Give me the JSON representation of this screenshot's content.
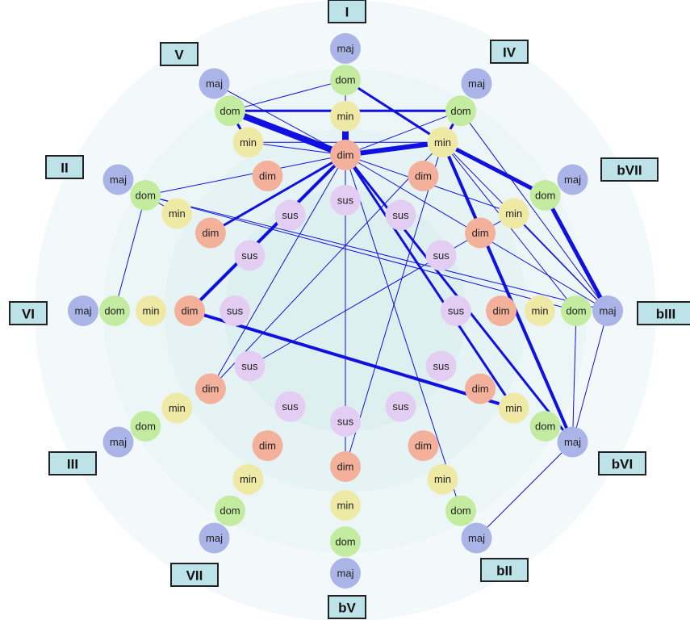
{
  "colors": {
    "maj": "#aab4e6",
    "dom": "#c3eca0",
    "min": "#efe9a6",
    "dim": "#f3b09a",
    "sus": "#e3cdf3",
    "edge": "#1010e0",
    "ring_outer": "#f3f9fa",
    "ring_inner": "#deeff0"
  },
  "chord_types": [
    "maj",
    "dom",
    "min",
    "dim",
    "sus"
  ],
  "keys": [
    "I",
    "IV",
    "bVII",
    "bIII",
    "bVI",
    "bII",
    "bV",
    "VII",
    "III",
    "VI",
    "II",
    "V"
  ],
  "edges": [
    {
      "from": "I.dim",
      "to": "I.dom",
      "weight": 1
    },
    {
      "from": "I.dim",
      "to": "V.maj",
      "weight": 1
    },
    {
      "from": "I.dim",
      "to": "V.dom",
      "weight": 8
    },
    {
      "from": "I.dim",
      "to": "V.min",
      "weight": 1
    },
    {
      "from": "I.dim",
      "to": "IV.dom",
      "weight": 1
    },
    {
      "from": "I.dim",
      "to": "IV.min",
      "weight": 6
    },
    {
      "from": "I.dim",
      "to": "II.dom",
      "weight": 1
    },
    {
      "from": "I.dim",
      "to": "I.min",
      "weight": 8
    },
    {
      "from": "I.dim",
      "to": "II.dim",
      "weight": 3
    },
    {
      "from": "I.dim",
      "to": "bVII.min",
      "weight": 1
    },
    {
      "from": "I.dim",
      "to": "bIII.maj",
      "weight": 1
    },
    {
      "from": "I.dim",
      "to": "bVI.maj",
      "weight": 3
    },
    {
      "from": "I.dim",
      "to": "bVI.min",
      "weight": 3
    },
    {
      "from": "I.dim",
      "to": "bII.dom",
      "weight": 1
    },
    {
      "from": "I.dim",
      "to": "bV.dim",
      "weight": 1
    },
    {
      "from": "I.dim",
      "to": "VI.dim",
      "weight": 4
    },
    {
      "from": "I.dim",
      "to": "III.dim",
      "weight": 1
    },
    {
      "from": "I.dom",
      "to": "IV.min",
      "weight": 3
    },
    {
      "from": "I.dom",
      "to": "V.dom",
      "weight": 1
    },
    {
      "from": "V.dom",
      "to": "V.min",
      "weight": 3
    },
    {
      "from": "V.dom",
      "to": "IV.dom",
      "weight": 3
    },
    {
      "from": "IV.dom",
      "to": "IV.min",
      "weight": 3
    },
    {
      "from": "IV.min",
      "to": "bVII.dom",
      "weight": 5
    },
    {
      "from": "bVII.dom",
      "to": "bIII.maj",
      "weight": 5
    },
    {
      "from": "IV.min",
      "to": "bVI.maj",
      "weight": 4
    },
    {
      "from": "IV.min",
      "to": "bIII.maj",
      "weight": 1
    },
    {
      "from": "IV.min",
      "to": "bIII.dom",
      "weight": 1
    },
    {
      "from": "IV.min",
      "to": "V.min",
      "weight": 1
    },
    {
      "from": "IV.min",
      "to": "III.dim",
      "weight": 1
    },
    {
      "from": "IV.min",
      "to": "bV.dim",
      "weight": 1
    },
    {
      "from": "IV.dom",
      "to": "bIII.maj",
      "weight": 1
    },
    {
      "from": "II.dom",
      "to": "bIII.maj",
      "weight": 1
    },
    {
      "from": "II.dom",
      "to": "bIII.dom",
      "weight": 1
    },
    {
      "from": "II.dom",
      "to": "II.min",
      "weight": 1
    },
    {
      "from": "II.dom",
      "to": "VI.dom",
      "weight": 1
    },
    {
      "from": "VI.dim",
      "to": "bVI.min",
      "weight": 4
    },
    {
      "from": "bIII.dom",
      "to": "bVI.maj",
      "weight": 1
    },
    {
      "from": "bIII.maj",
      "to": "bVI.maj",
      "weight": 1
    },
    {
      "from": "bVI.maj",
      "to": "bII.maj",
      "weight": 1
    },
    {
      "from": "bVII.min",
      "to": "III.sus",
      "weight": 1
    },
    {
      "from": "bVII.min",
      "to": "bIII.maj",
      "weight": 1
    }
  ]
}
